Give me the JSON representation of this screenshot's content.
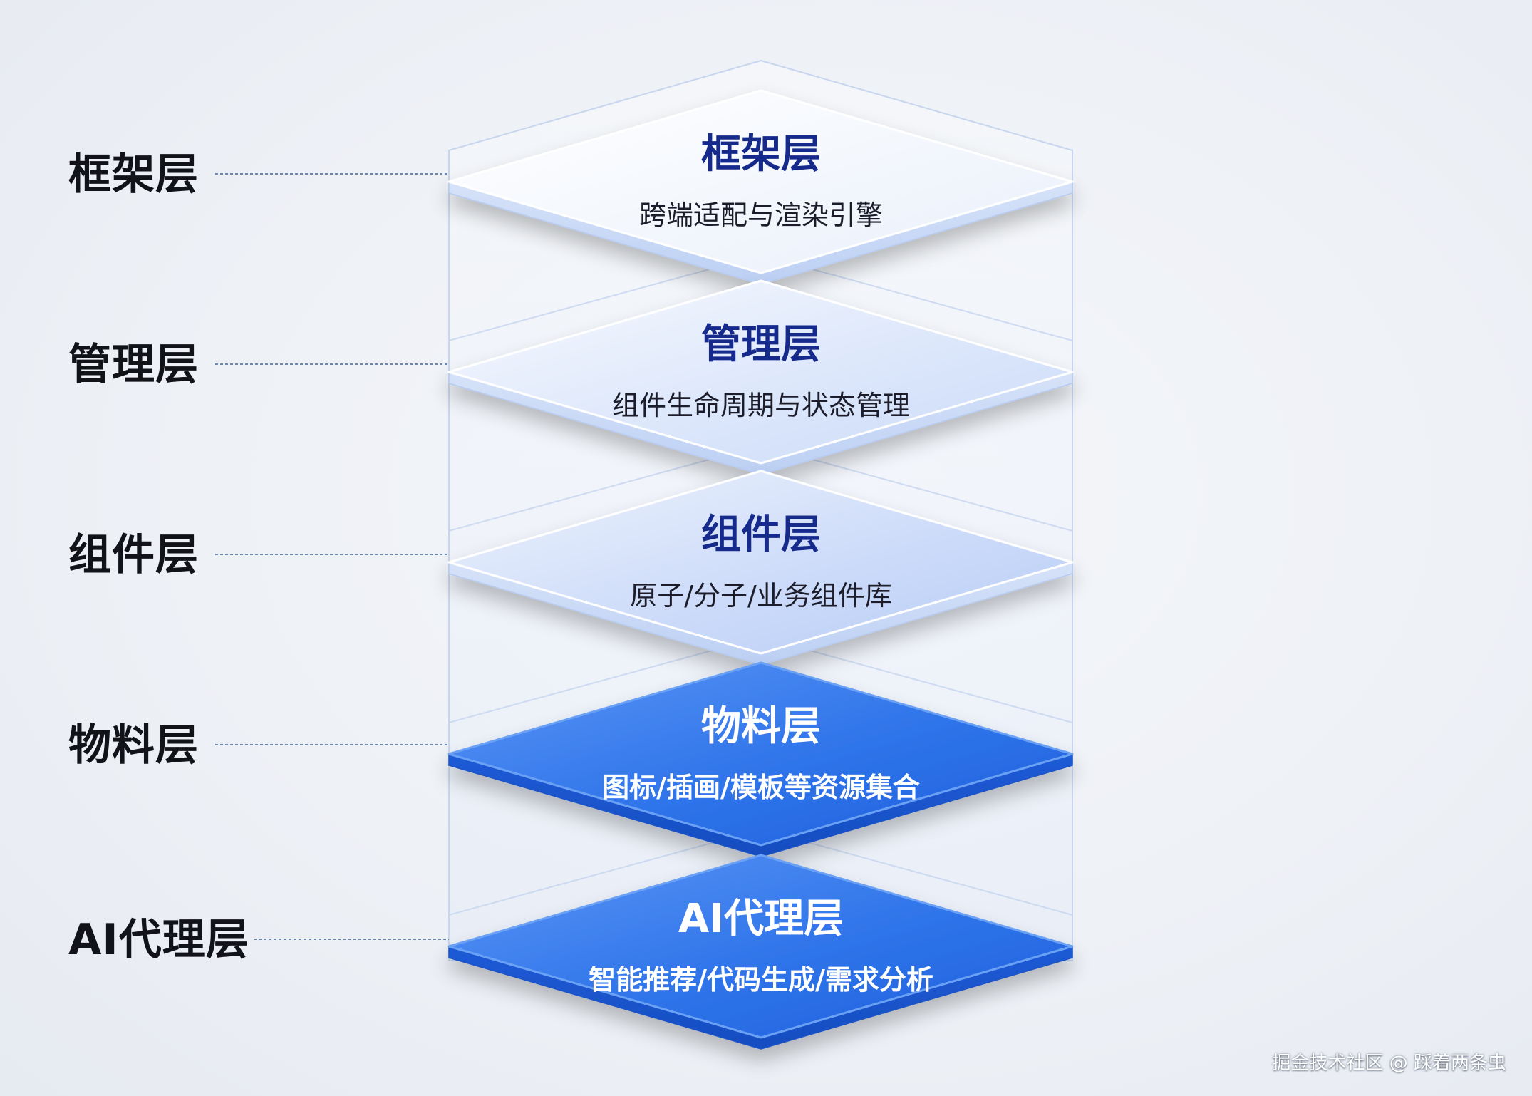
{
  "layers": [
    {
      "side_label": "框架层",
      "title": "框架层",
      "subtitle": "跨端适配与渲染引擎",
      "style": "light"
    },
    {
      "side_label": "管理层",
      "title": "管理层",
      "subtitle": "组件生命周期与状态管理",
      "style": "light"
    },
    {
      "side_label": "组件层",
      "title": "组件层",
      "subtitle": "原子/分子/业务组件库",
      "style": "light"
    },
    {
      "side_label": "物料层",
      "title": "物料层",
      "subtitle": "图标/插画/模板等资源集合",
      "style": "solid"
    },
    {
      "side_label": "AI代理层",
      "title": "AI代理层",
      "subtitle": "智能推荐/代码生成/需求分析",
      "style": "solid"
    }
  ],
  "colors": {
    "title_light": "#142c8c",
    "subtitle_light": "#1a1f2b",
    "solid_blue": "#2a6fe6",
    "leader_line": "#6c86ad"
  },
  "watermark": "掘金技术社区 @ 踩着两条虫"
}
